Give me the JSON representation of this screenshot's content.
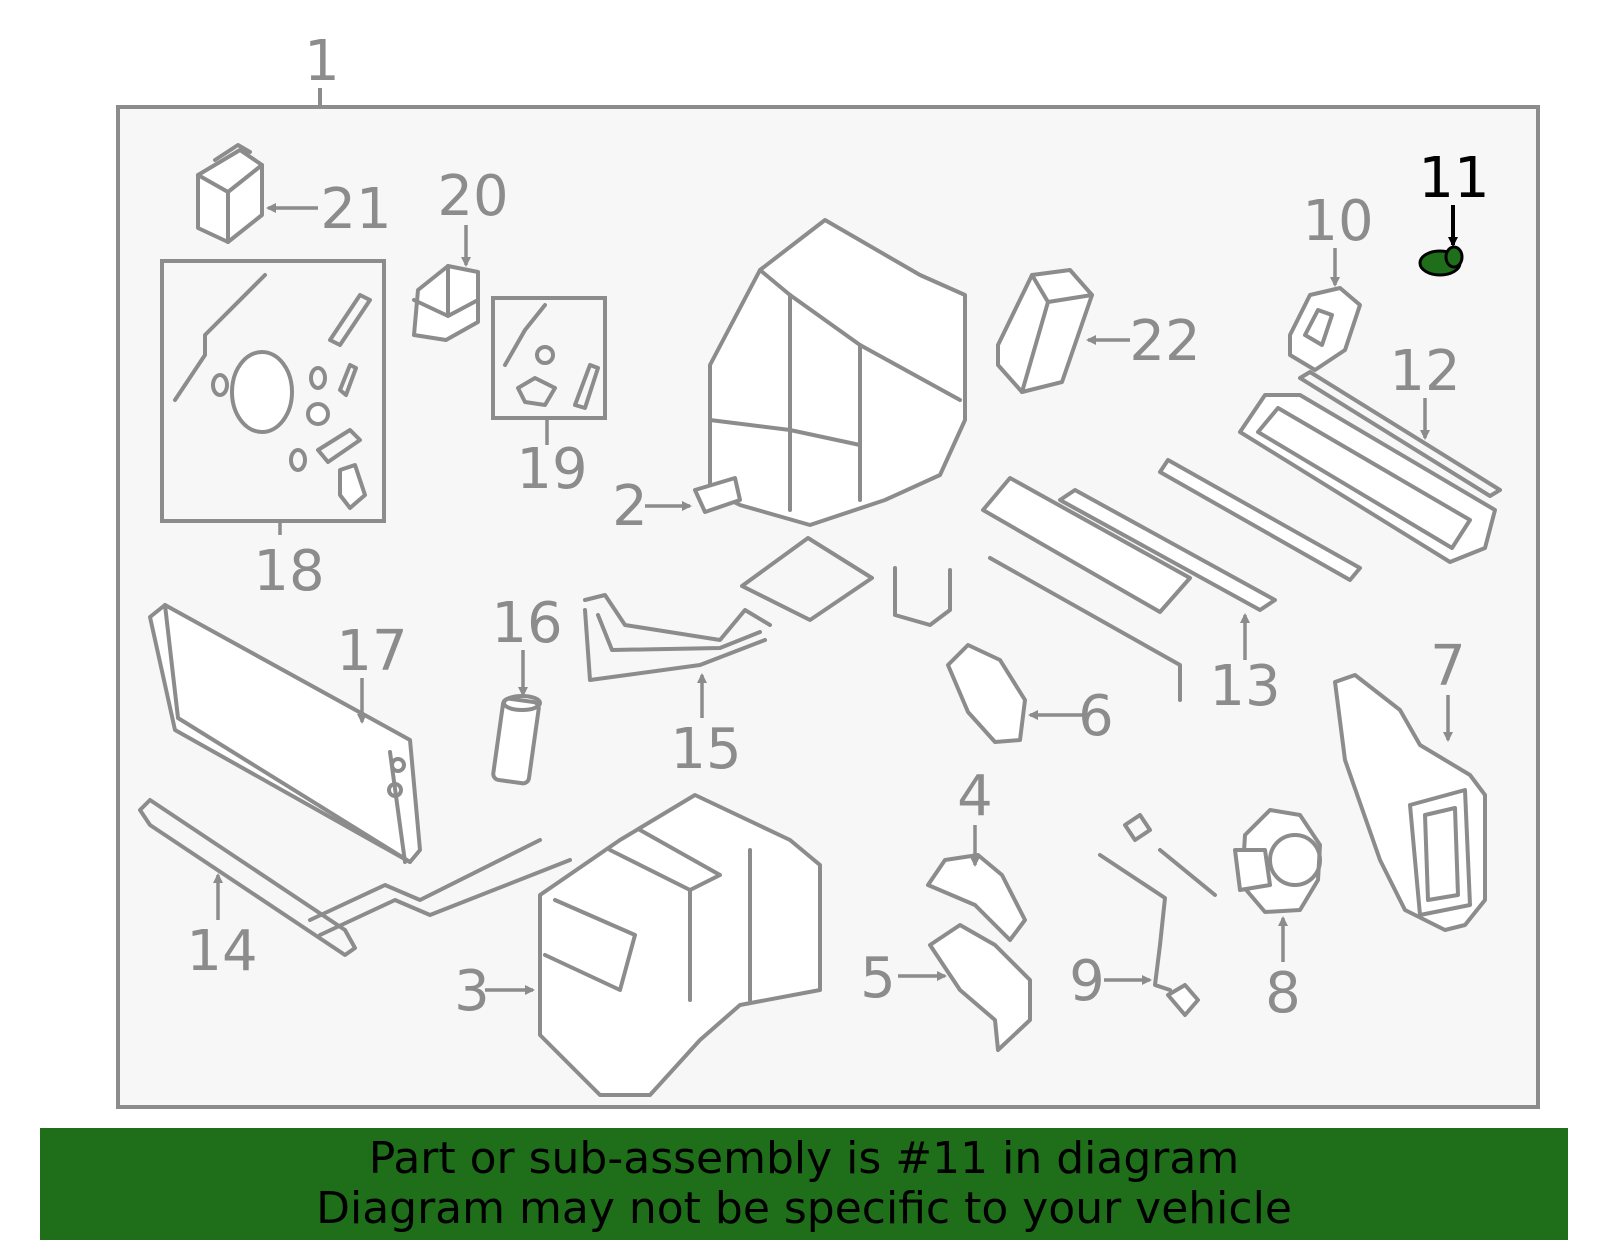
{
  "callouts": {
    "c1": "1",
    "c2": "2",
    "c3": "3",
    "c4": "4",
    "c5": "5",
    "c6": "6",
    "c7": "7",
    "c8": "8",
    "c9": "9",
    "c10": "10",
    "c11": "11",
    "c12": "12",
    "c13": "13",
    "c14": "14",
    "c15": "15",
    "c16": "16",
    "c17": "17",
    "c18": "18",
    "c19": "19",
    "c20": "20",
    "c21": "21",
    "c22": "22"
  },
  "highlight": {
    "part": "11",
    "color": "#1f6e1a"
  },
  "banner": {
    "line1": "Part or sub-assembly is #11 in diagram",
    "line2": "Diagram may not be specific to your vehicle",
    "background": "#1f6e1a"
  }
}
